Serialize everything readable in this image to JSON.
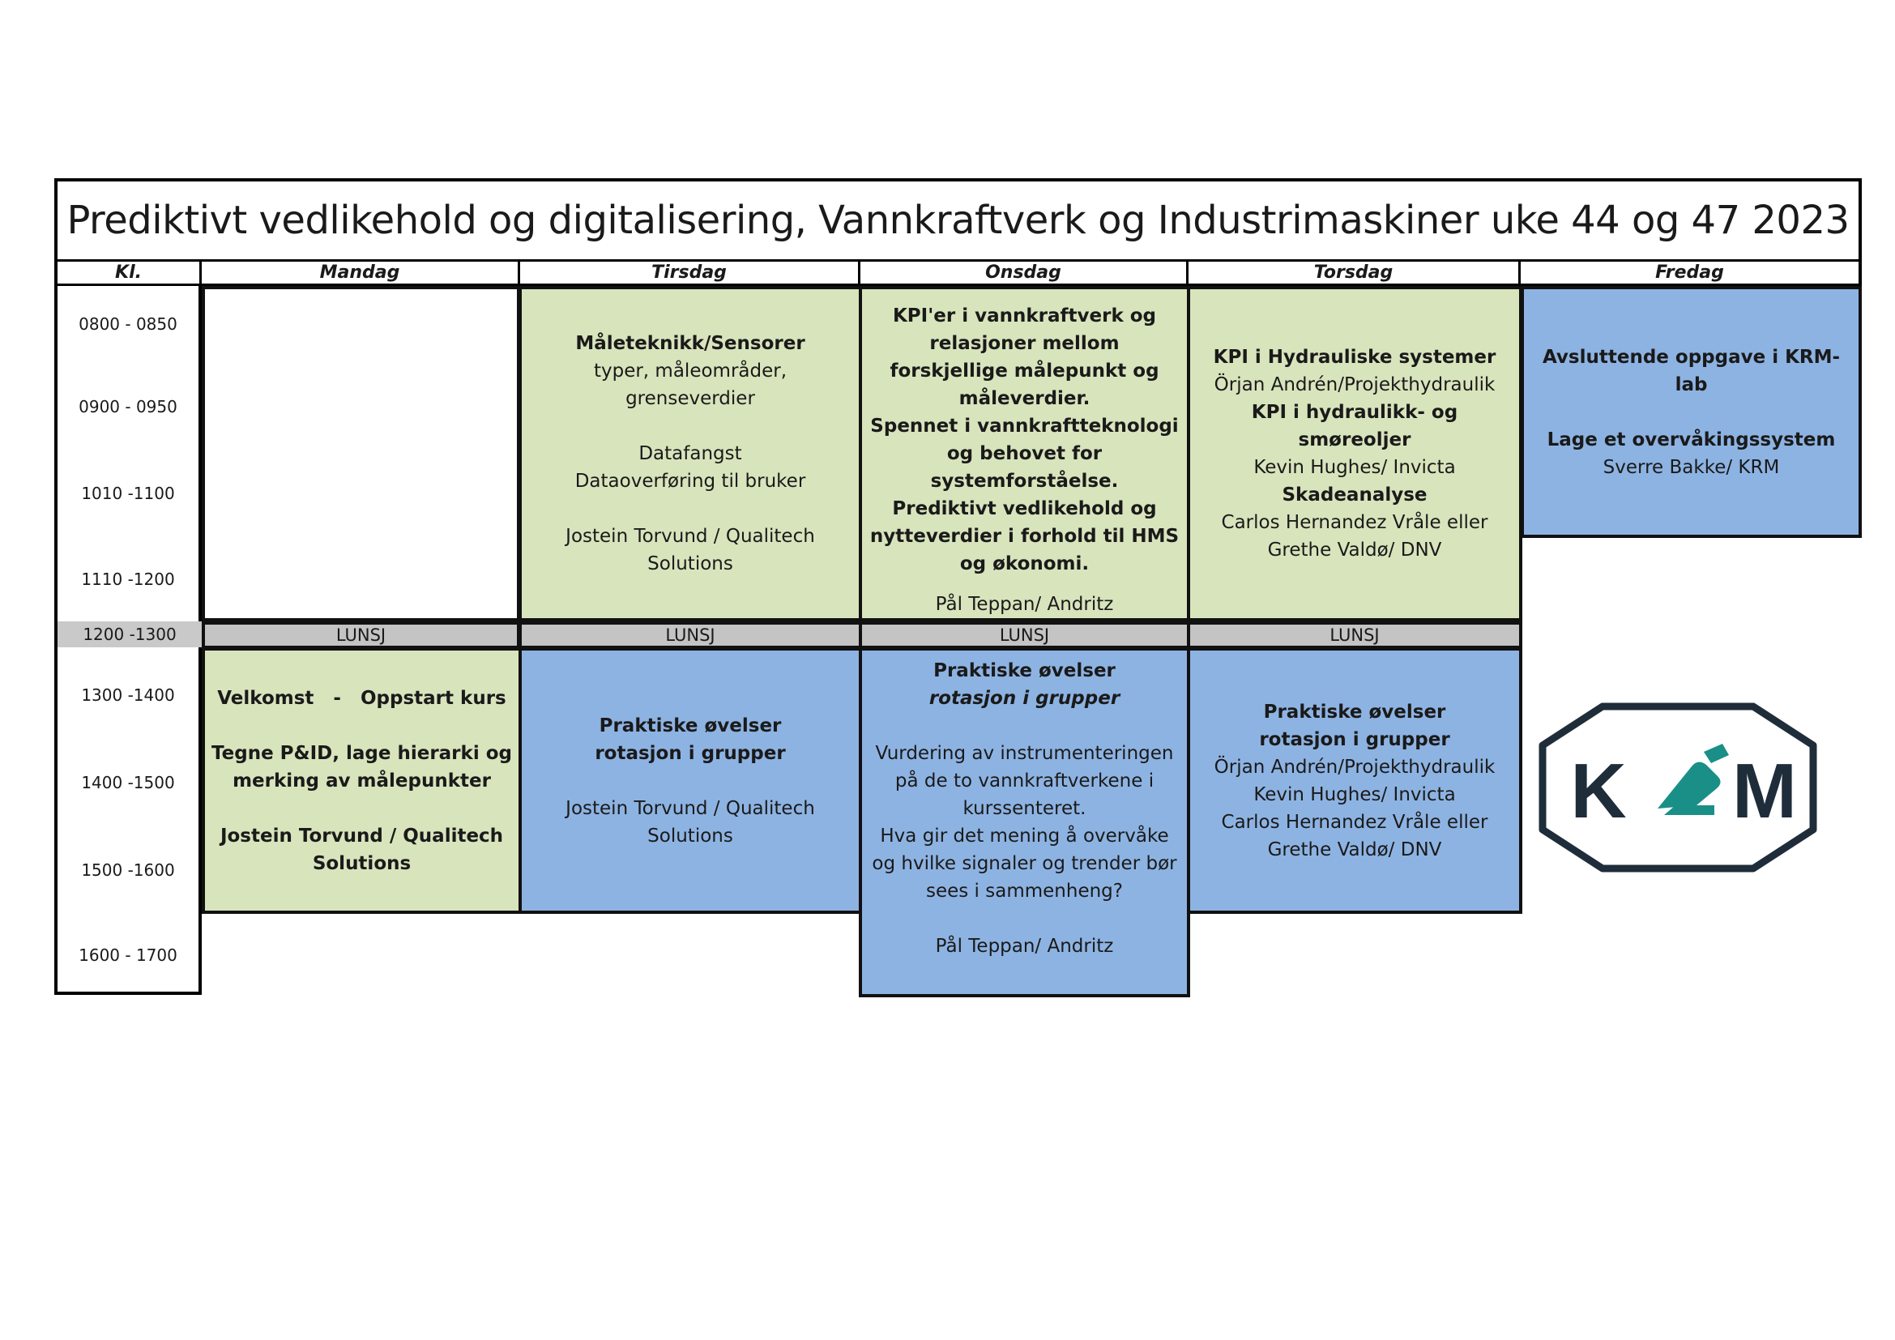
{
  "title": "Prediktivt vedlikehold og digitalisering, Vannkraftverk og Industrimaskiner uke 44 og 47  2023",
  "headers": {
    "time": "Kl.",
    "days": [
      "Mandag",
      "Tirsdag",
      "Onsdag",
      "Torsdag",
      "Fredag"
    ]
  },
  "times": [
    "0800 - 0850",
    "0900 - 0950",
    "1010 -1100",
    "1110 -1200",
    "1200 -1300",
    "1300 -1400",
    "1400 -1500",
    "1500 -1600",
    "1600 - 1700"
  ],
  "lunch": "LUNSJ",
  "tirsdag_am": {
    "l1": "Måleteknikk/Sensorer",
    "l2": "typer, måleområder, grenseverdier",
    "l3": "Datafangst",
    "l4": "Dataoverføring til bruker",
    "l5": "Jostein Torvund / Qualitech Solutions"
  },
  "onsdag_am": {
    "l1": "KPI'er  i  vannkraftverk og relasjoner mellom forskjellige målepunkt og måleverdier.",
    "l2": "Spennet i vannkraftteknologi og behovet for systemforståelse.",
    "l3": "Prediktivt vedlikehold og nytteverdier i forhold til HMS og økonomi.",
    "l4": "Pål  Teppan/ Andritz"
  },
  "torsdag_am": {
    "l1": "KPI i Hydrauliske systemer",
    "l2": "Örjan Andrén/Projekthydraulik",
    "l3": "KPI i hydraulikk- og smøreoljer",
    "l4": "Kevin Hughes/ Invicta",
    "l5": "Skadeanalyse",
    "l6": "Carlos Hernandez Vråle eller Grethe Valdø/ DNV"
  },
  "fredag_am": {
    "l1": "Avsluttende oppgave i KRM-lab",
    "l2": "Lage et overvåkingssystem",
    "l3": "Sverre Bakke/ KRM"
  },
  "mandag_pm": {
    "l1": "Velkomst   -   Oppstart kurs",
    "l2": "Tegne P&ID, lage hierarki og merking av målepunkter",
    "l3": "Jostein Torvund / Qualitech Solutions"
  },
  "tirsdag_pm": {
    "l1": "Praktiske øvelser",
    "l2": "rotasjon i grupper",
    "l3": "Jostein Torvund / Qualitech Solutions"
  },
  "onsdag_pm": {
    "l1": "Praktiske øvelser",
    "l2": "rotasjon i grupper",
    "l3": "Vurdering av instrumenteringen på de to vannkraftverkene i kurssenteret.",
    "l4": "Hva gir det mening å overvåke og hvilke signaler og trender bør sees i sammenheng?",
    "l5": "Pål  Teppan/ Andritz"
  },
  "torsdag_pm": {
    "l1": "Praktiske øvelser",
    "l2": "rotasjon i grupper",
    "l3": "Örjan Andrén/Projekthydraulik",
    "l4": "Kevin Hughes/ Invicta",
    "l5": "Carlos Hernandez Vråle eller Grethe Valdø/ DNV"
  },
  "logo": {
    "k": "K",
    "m": "M",
    "dark": "#1f2d3a",
    "teal": "#1a8f87"
  }
}
